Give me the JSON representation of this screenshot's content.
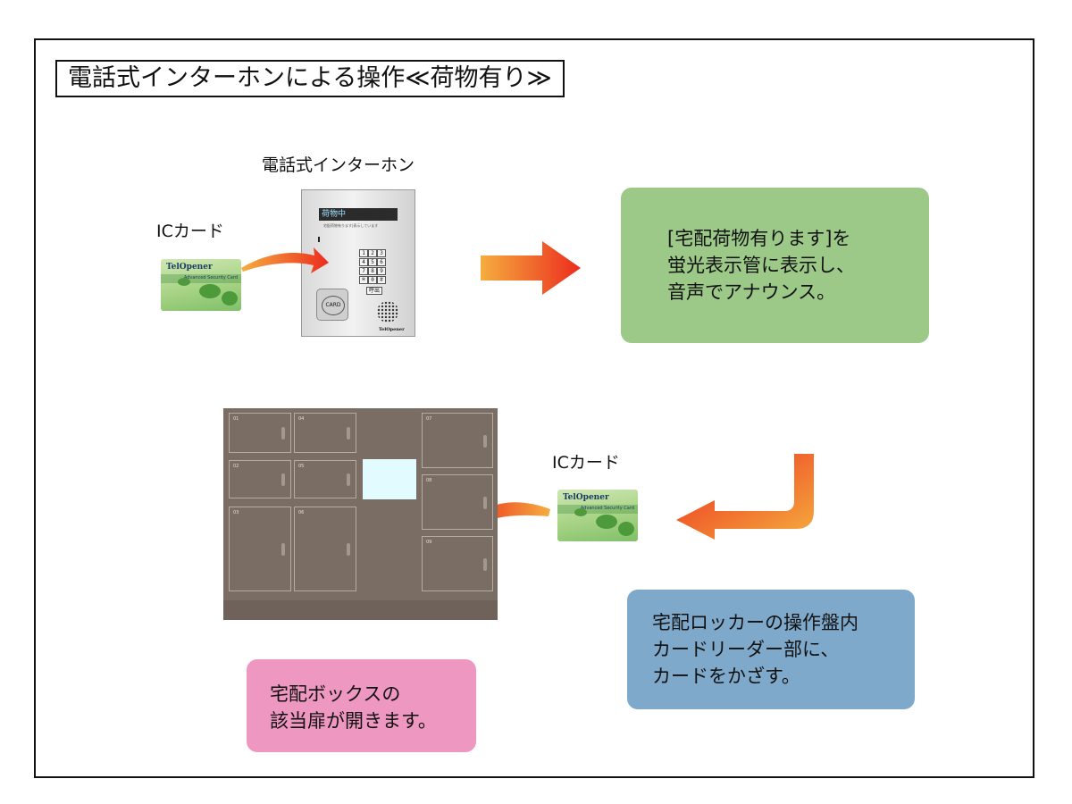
{
  "title": "電話式インターホンによる操作≪荷物有り≫",
  "intercom": {
    "label": "電話式インターホン",
    "display_text": "荷物中",
    "caption": "宅配荷物有ります|表示しています",
    "keys": [
      "1",
      "2",
      "3",
      "4",
      "5",
      "6",
      "7",
      "8",
      "9",
      "＊",
      "0",
      "＃"
    ],
    "call_key": "呼出",
    "reader_label": "CARD",
    "brand": "TelOpener"
  },
  "card": {
    "label": "ICカード",
    "brand": "TelOpener",
    "subtitle": "Advanced Security Card"
  },
  "notes": {
    "display": [
      "[宅配荷物有ります]を",
      "蛍光表示管に表示し、",
      "音声でアナウンス。"
    ],
    "locker": [
      "宅配ロッカーの操作盤内",
      "カードリーダー部に、",
      "カードをかざす。"
    ],
    "box": [
      "宅配ボックスの",
      "該当扉が開きます。"
    ]
  },
  "locker": {
    "doors": [
      "01",
      "02",
      "03",
      "04",
      "05",
      "06",
      "07",
      "08",
      "09"
    ]
  },
  "colors": {
    "note_display": "#9cc888",
    "note_locker": "#7fa9ca",
    "note_box": "#ee97c0",
    "arrow_start": "#f5ad3f",
    "arrow_end": "#ec2c1d",
    "locker_body": "#7a6d63"
  }
}
